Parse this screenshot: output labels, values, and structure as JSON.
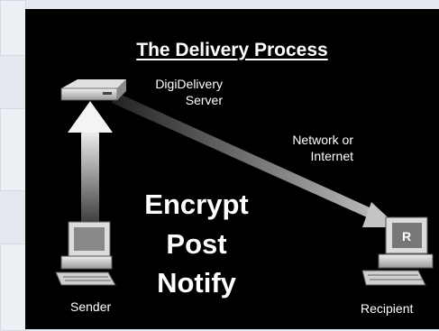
{
  "diagram": {
    "title": "The Delivery Process",
    "server_label_line1": "DigiDelivery",
    "server_label_line2": "Server",
    "network_label_line1": "Network or",
    "network_label_line2": "Internet",
    "step_1": "Encrypt",
    "step_2": "Post",
    "step_3": "Notify",
    "sender_label": "Sender",
    "recipient_label": "Recipient",
    "recipient_screen_letter": "R"
  }
}
